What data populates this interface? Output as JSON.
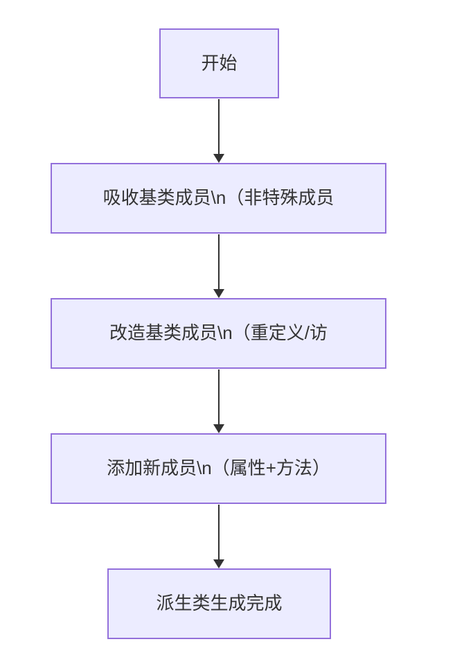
{
  "diagram": {
    "type": "flowchart",
    "direction": "top-down",
    "colors": {
      "background": "#ffffff",
      "node_fill": "#ECECFF",
      "node_border": "#9370DB",
      "text": "#333333",
      "arrow": "#333333"
    },
    "nodes": [
      {
        "id": "start",
        "label": "开始"
      },
      {
        "id": "absorb",
        "label": "吸收基类成员\\n（非特殊成员"
      },
      {
        "id": "modify",
        "label": "改造基类成员\\n（重定义/访"
      },
      {
        "id": "add",
        "label": "添加新成员\\n（属性+方法）"
      },
      {
        "id": "done",
        "label": "派生类生成完成"
      }
    ],
    "edges": [
      {
        "from": "start",
        "to": "absorb"
      },
      {
        "from": "absorb",
        "to": "modify"
      },
      {
        "from": "modify",
        "to": "add"
      },
      {
        "from": "add",
        "to": "done"
      }
    ]
  }
}
